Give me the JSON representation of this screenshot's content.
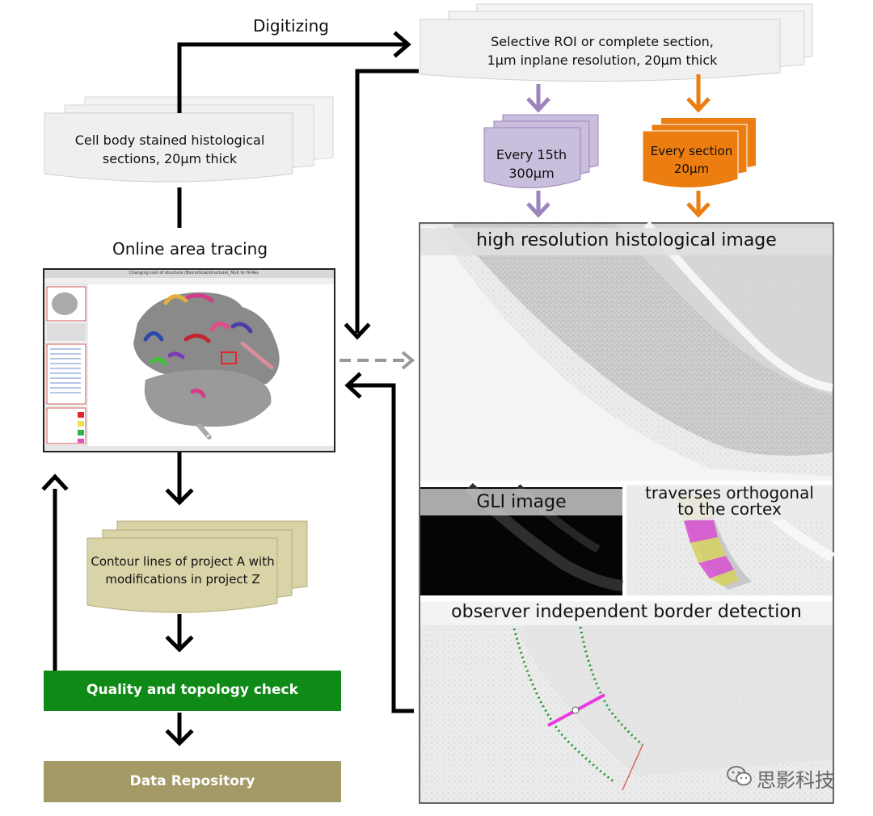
{
  "labels": {
    "digitizing": "Digitizing",
    "online_area_tracing": "Online area tracing"
  },
  "documents": {
    "roi": [
      "Selective ROI or complete section,",
      "1µm inplane resolution, 20µm thick"
    ],
    "stained": [
      "Cell body stained histological",
      "sections, 20µm thick"
    ],
    "every_15th": [
      "Every 15th",
      "300µm"
    ],
    "every_section": [
      "Every section",
      "20µm"
    ],
    "contour": [
      "Contour lines of project A with",
      "modifications in project Z"
    ]
  },
  "panels": {
    "high_res": "high resolution histological image",
    "gli": "GLI image",
    "traverses": [
      "traverses orthogonal",
      "to the cortex"
    ],
    "observer": "observer independent border detection"
  },
  "boxes": {
    "quality": "Quality and topology check",
    "repository": "Data Repository"
  },
  "screenshot": {
    "title": "Changing cost of structure (Biocortical/structure)_Mult to Hi-Res"
  },
  "watermark": "思影科技",
  "colors": {
    "purple": "#9c84bd",
    "purple_fill": "#c9bedb",
    "orange": "#ec7d10",
    "green": "#0f8a16",
    "olive": "#a39a66",
    "contour_fill": "#d9d3a8"
  }
}
